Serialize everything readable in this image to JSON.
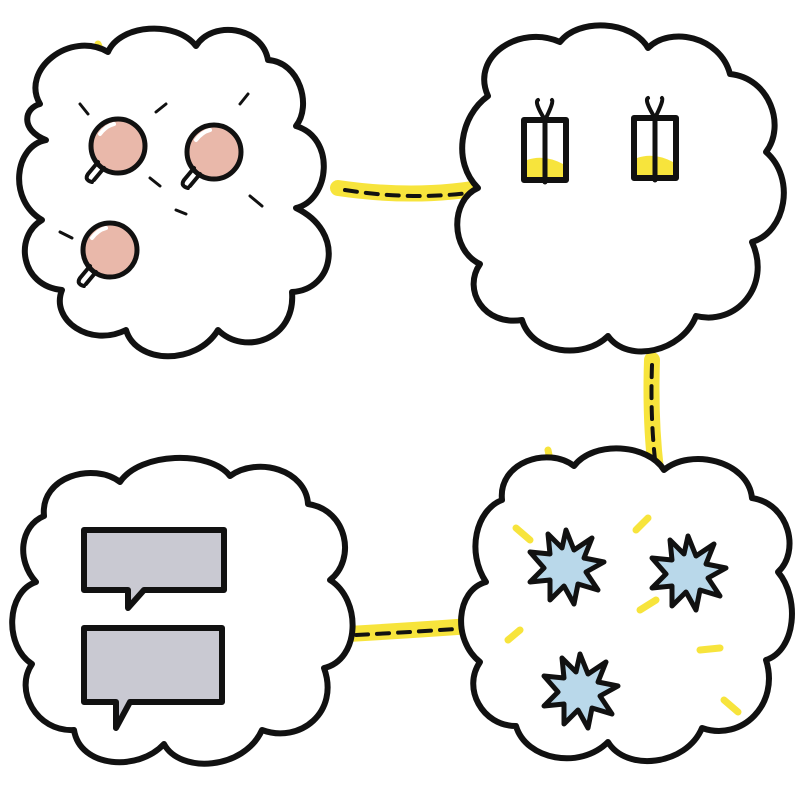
{
  "colors": {
    "highlight": "#f7e43c",
    "bulb": "#e9b8aa",
    "bubble": "#c9c9d2",
    "burst": "#b9d8ea",
    "outline": "#111111",
    "background": "#ffffff"
  },
  "diagram": {
    "nodes": [
      {
        "id": "ideas",
        "icon": "lightbulb-icon",
        "count": 3
      },
      {
        "id": "gifts",
        "icon": "gift-box-icon",
        "count": 2
      },
      {
        "id": "bursts",
        "icon": "burst-icon",
        "count": 3
      },
      {
        "id": "conversation",
        "icon": "speech-bubble-icon",
        "count": 2
      }
    ],
    "connectors": [
      {
        "from": "ideas",
        "to": "gifts",
        "style": "dashed-highlight"
      },
      {
        "from": "gifts",
        "to": "bursts",
        "style": "dashed-highlight"
      },
      {
        "from": "conversation",
        "to": "bursts",
        "style": "dashed-highlight"
      }
    ]
  }
}
